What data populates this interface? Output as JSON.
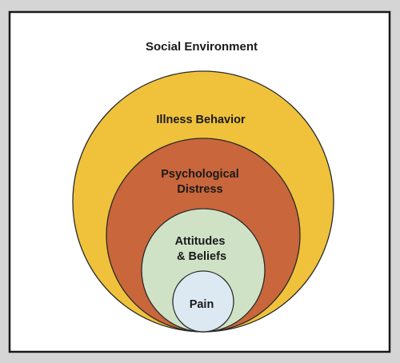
{
  "diagram": {
    "title": "Social Environment",
    "layers": [
      {
        "id": "illness-behavior",
        "lines": [
          "Illness Behavior"
        ],
        "fill": "#f0c23c"
      },
      {
        "id": "psychological-distress",
        "lines": [
          "Psychological",
          "Distress"
        ],
        "fill": "#c9663b"
      },
      {
        "id": "attitudes-beliefs",
        "lines": [
          "Attitudes",
          "& Beliefs"
        ],
        "fill": "#cfe2c6"
      },
      {
        "id": "pain",
        "lines": [
          "Pain"
        ],
        "fill": "#dde9f2"
      }
    ],
    "colors": {
      "page_background": "#d5d5d5",
      "panel_background": "#ffffff",
      "border": "#1a1a1a",
      "circle_stroke": "#2a2a2a"
    }
  }
}
